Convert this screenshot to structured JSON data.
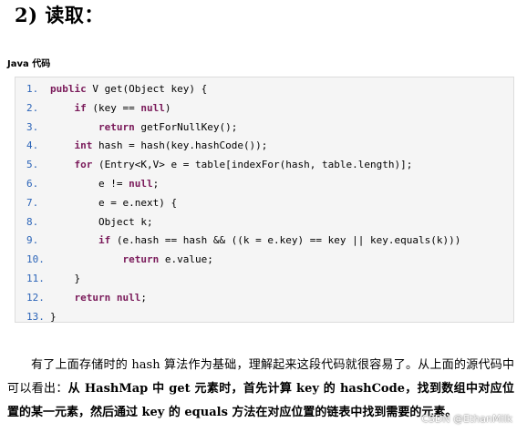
{
  "heading": "2) 读取：",
  "code_caption": "Java 代码",
  "code_lines": [
    {
      "num": "1.",
      "indent": "",
      "parts": [
        {
          "t": "public",
          "kw": true
        },
        {
          "t": " V get(Object key) {",
          "kw": false
        }
      ]
    },
    {
      "num": "2.",
      "indent": "    ",
      "parts": [
        {
          "t": "if",
          "kw": true
        },
        {
          "t": " (key == ",
          "kw": false
        },
        {
          "t": "null",
          "kw": true
        },
        {
          "t": ")",
          "kw": false
        }
      ]
    },
    {
      "num": "3.",
      "indent": "        ",
      "parts": [
        {
          "t": "return",
          "kw": true
        },
        {
          "t": " getForNullKey();",
          "kw": false
        }
      ]
    },
    {
      "num": "4.",
      "indent": "    ",
      "parts": [
        {
          "t": "int",
          "kw": true
        },
        {
          "t": " hash = hash(key.hashCode());",
          "kw": false
        }
      ]
    },
    {
      "num": "5.",
      "indent": "    ",
      "parts": [
        {
          "t": "for",
          "kw": true
        },
        {
          "t": " (Entry<K,V> e = table[indexFor(hash, table.length)];",
          "kw": false
        }
      ]
    },
    {
      "num": "6.",
      "indent": "        ",
      "parts": [
        {
          "t": "e != ",
          "kw": false
        },
        {
          "t": "null",
          "kw": true
        },
        {
          "t": ";",
          "kw": false
        }
      ]
    },
    {
      "num": "7.",
      "indent": "        ",
      "parts": [
        {
          "t": "e = e.next) {",
          "kw": false
        }
      ]
    },
    {
      "num": "8.",
      "indent": "        ",
      "parts": [
        {
          "t": "Object k;",
          "kw": false
        }
      ]
    },
    {
      "num": "9.",
      "indent": "        ",
      "parts": [
        {
          "t": "if",
          "kw": true
        },
        {
          "t": " (e.hash == hash && ((k = e.key) == key || key.equals(k)))",
          "kw": false
        }
      ]
    },
    {
      "num": "10.",
      "indent": "            ",
      "parts": [
        {
          "t": "return",
          "kw": true
        },
        {
          "t": " e.value;",
          "kw": false
        }
      ]
    },
    {
      "num": "11.",
      "indent": "    ",
      "parts": [
        {
          "t": "}",
          "kw": false
        }
      ]
    },
    {
      "num": "12.",
      "indent": "    ",
      "parts": [
        {
          "t": "return",
          "kw": true
        },
        {
          "t": " ",
          "kw": false
        },
        {
          "t": "null",
          "kw": true
        },
        {
          "t": ";",
          "kw": false
        }
      ]
    },
    {
      "num": "13.",
      "indent": "",
      "parts": [
        {
          "t": "}",
          "kw": false
        }
      ]
    }
  ],
  "paragraph": {
    "plain_1": "有了上面存储时的 hash 算法作为基础，理解起来这段代码就很容易了。从上面的源代码中可以看出：",
    "bold_1": "从 HashMap 中 get 元素时，首先计算 key 的 hashCode，找到数组中对应位置的某一元素，然后通过 key 的 equals 方法在对应位置的链表中找到需要的元素。"
  },
  "watermark": "CSDN @EthanMilk",
  "colors": {
    "keyword": "#7a1a5a",
    "line_number": "#2b64b8",
    "code_background": "#f5f5f5",
    "code_border": "#dcdcdc"
  }
}
